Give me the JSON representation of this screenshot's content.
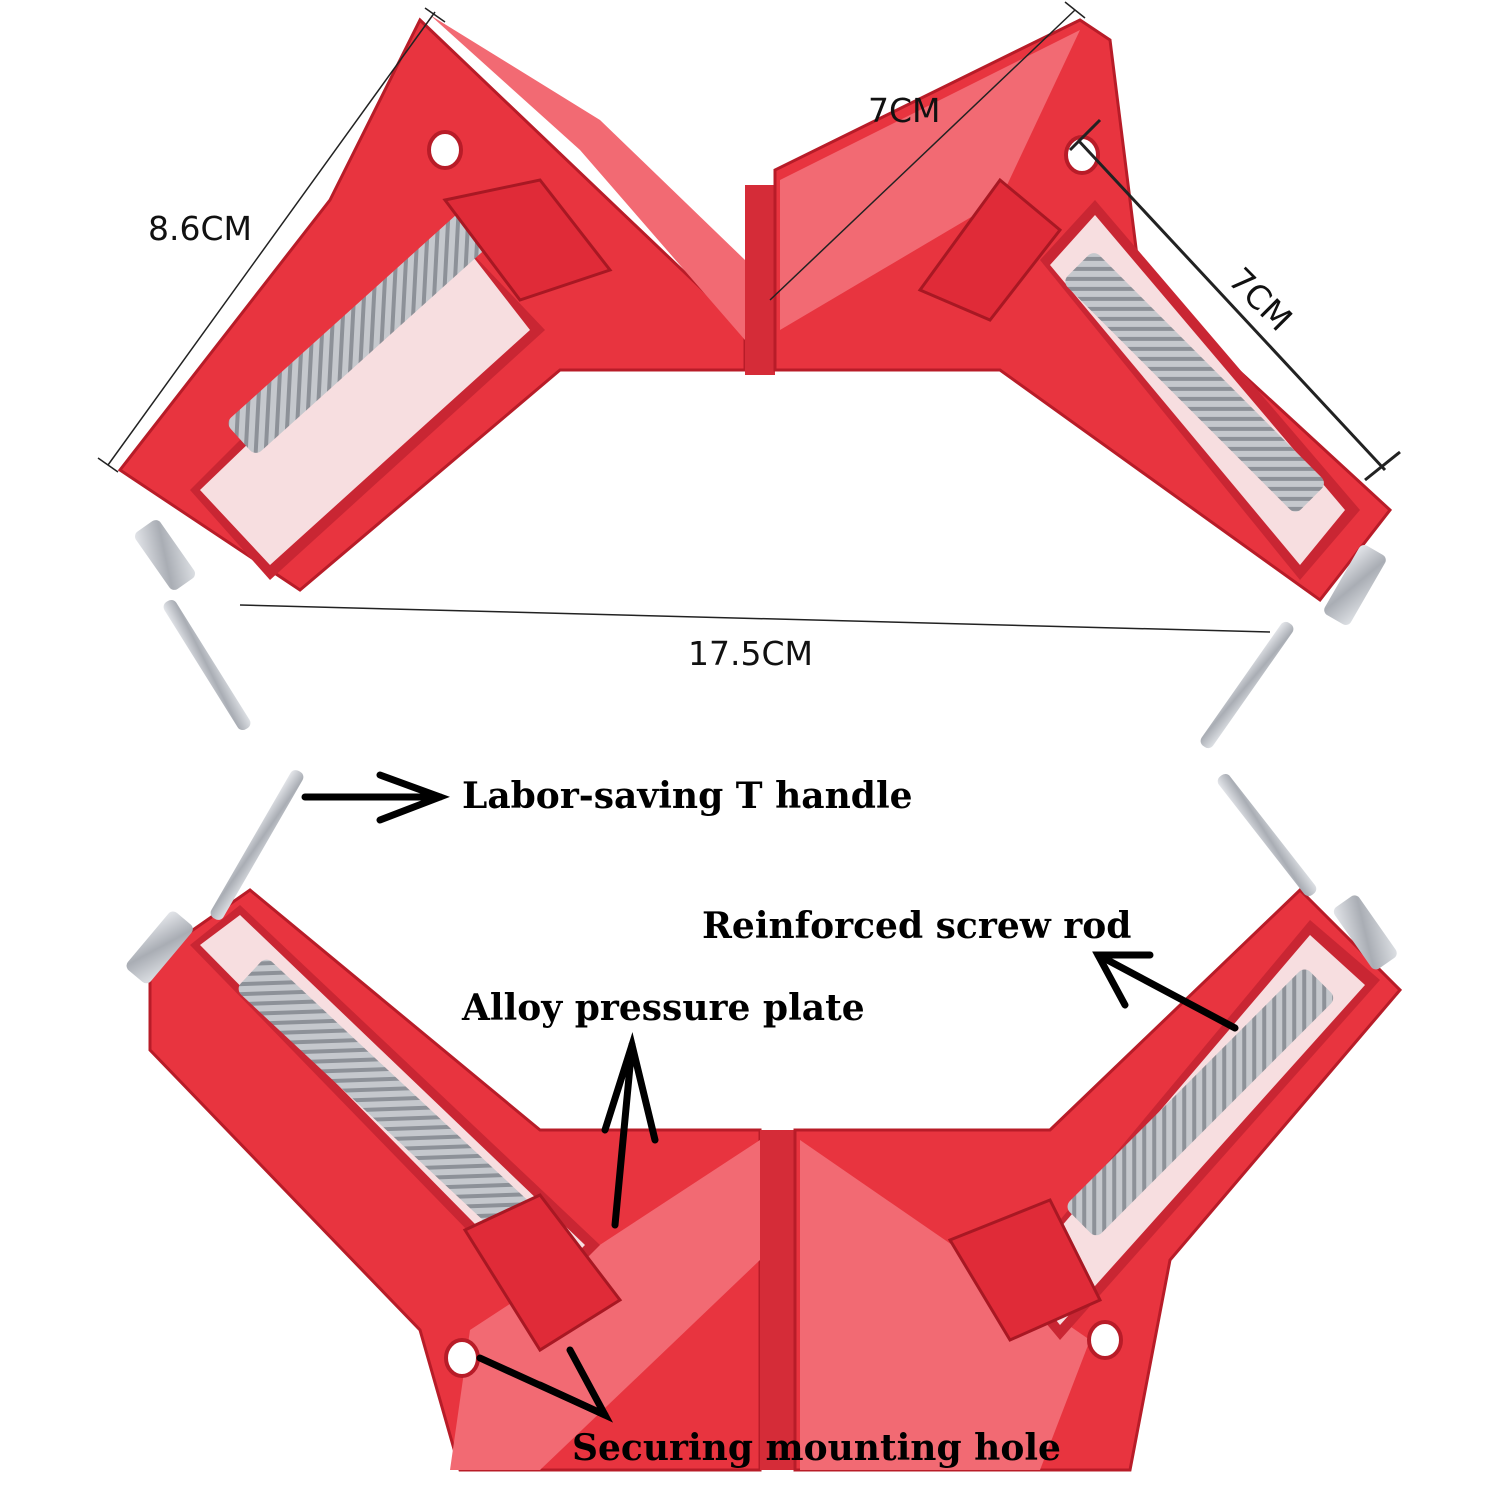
{
  "dimensions": {
    "height": "8.6CM",
    "jaw_top": "7CM",
    "jaw_side": "7CM",
    "width": "17.5CM"
  },
  "labels": {
    "t_handle": "Labor-saving T handle",
    "screw_rod": "Reinforced screw rod",
    "pressure_plate": "Alloy pressure plate",
    "mounting_hole": "Securing mounting hole"
  },
  "colors": {
    "clamp_red": "#e8343f",
    "clamp_dark": "#b81c28",
    "clamp_light": "#f26a73",
    "steel": "#b9bcc2"
  }
}
